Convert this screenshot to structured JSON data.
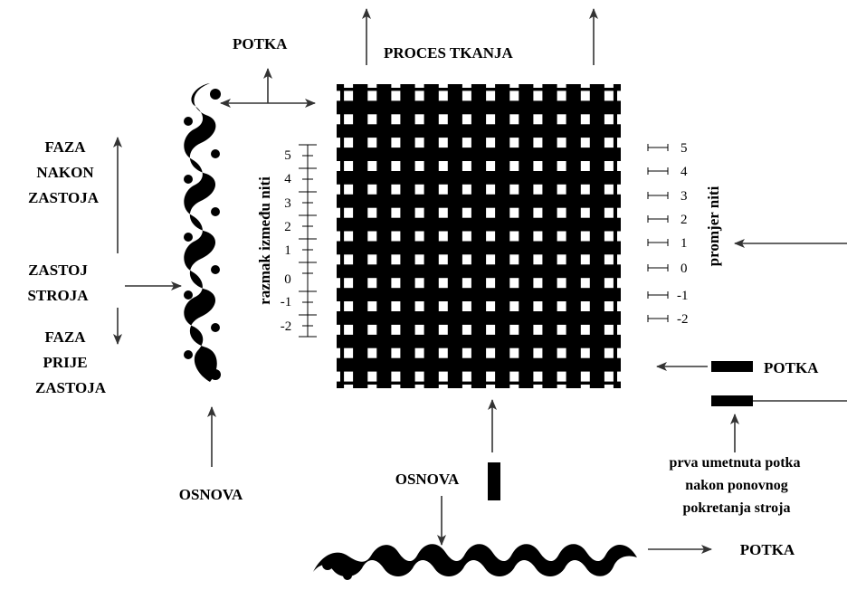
{
  "labels": {
    "potka_top": "POTKA",
    "proces_tkanja": "PROCES TKANJA",
    "faza_nakon_1": "FAZA",
    "faza_nakon_2": "NAKON",
    "faza_nakon_3": "ZASTOJA",
    "zastoj_1": "ZASTOJ",
    "zastoj_2": "STROJA",
    "faza_prije_1": "FAZA",
    "faza_prije_2": "PRIJE",
    "faza_prije_3": "ZASTOJA",
    "osnova_left": "OSNOVA",
    "osnova_bottom": "OSNOVA",
    "razmak": "razmak između niti",
    "promjer": "promjer niti",
    "potka_right": "POTKA",
    "potka_bottom": "POTKA",
    "prva_1": "prva umetnuta potka",
    "prva_2": "nakon ponovnog",
    "prva_3": "pokretanja stroja"
  },
  "scale_left": [
    "5",
    "4",
    "3",
    "2",
    "1",
    "0",
    "-1",
    "-2"
  ],
  "scale_right": [
    "5",
    "4",
    "3",
    "2",
    "1",
    "0",
    "-1",
    "-2"
  ],
  "colors": {
    "ink": "#000000",
    "arrow": "#333333",
    "background": "#ffffff"
  }
}
